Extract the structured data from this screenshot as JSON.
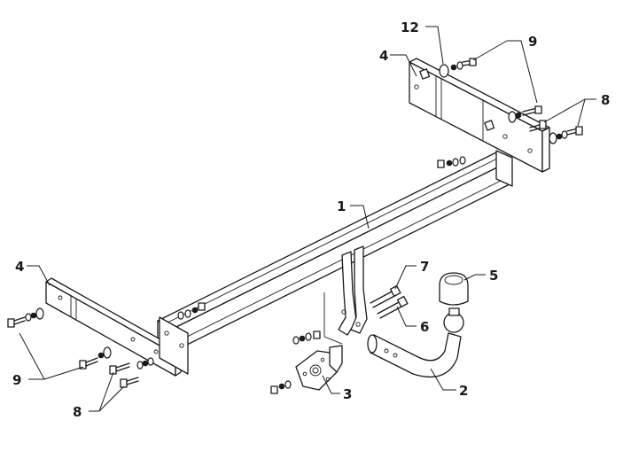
{
  "callouts": [
    {
      "id": "c1",
      "text": "1"
    },
    {
      "id": "c2",
      "text": "2"
    },
    {
      "id": "c3",
      "text": "3"
    },
    {
      "id": "c4a",
      "text": "4"
    },
    {
      "id": "c4b",
      "text": "4"
    },
    {
      "id": "c5",
      "text": "5"
    },
    {
      "id": "c6",
      "text": "6"
    },
    {
      "id": "c7",
      "text": "7"
    },
    {
      "id": "c8a",
      "text": "8"
    },
    {
      "id": "c8b",
      "text": "8"
    },
    {
      "id": "c9a",
      "text": "9"
    },
    {
      "id": "c9b",
      "text": "9"
    },
    {
      "id": "c12",
      "text": "12"
    }
  ]
}
